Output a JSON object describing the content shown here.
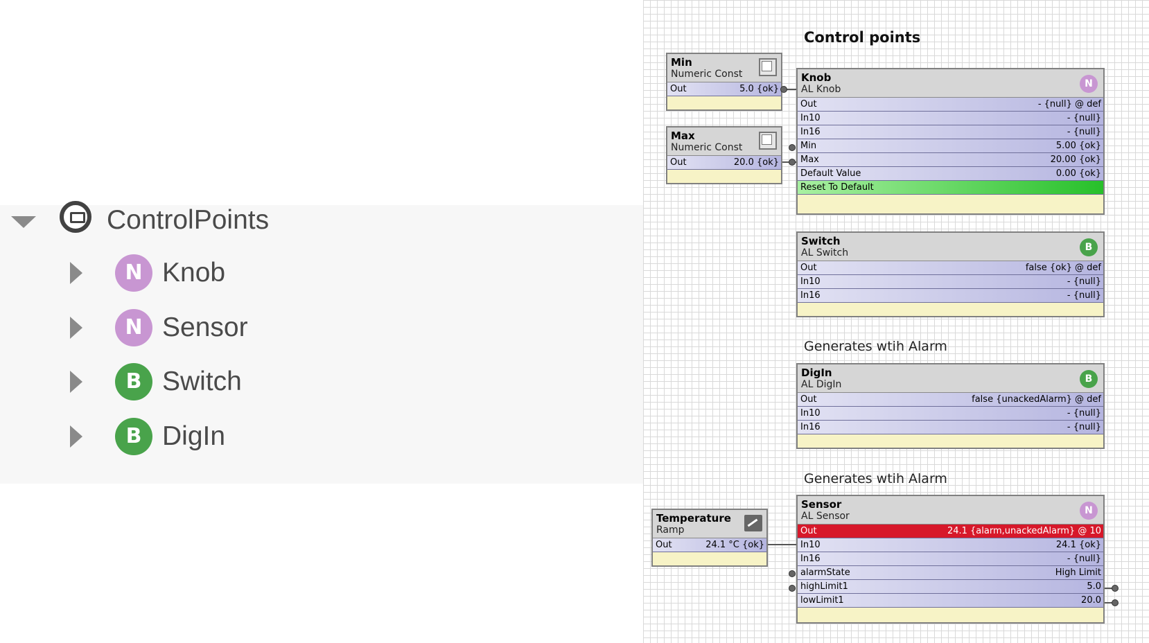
{
  "tree": {
    "root": {
      "label": "ControlPoints",
      "icon": "folder-icon",
      "expanded": true
    },
    "items": [
      {
        "label": "Knob",
        "badge": "N",
        "icon": "numeric-point-icon"
      },
      {
        "label": "Sensor",
        "badge": "N",
        "icon": "numeric-point-icon"
      },
      {
        "label": "Switch",
        "badge": "B",
        "icon": "boolean-point-icon"
      },
      {
        "label": "DigIn",
        "badge": "B",
        "icon": "boolean-point-icon"
      }
    ]
  },
  "sheet": {
    "title": "Control points",
    "note1": "Generates wtih Alarm",
    "note2": "Generates wtih Alarm"
  },
  "blocks": {
    "min": {
      "name": "Min",
      "type": "Numeric Const",
      "slots": [
        {
          "label": "Out",
          "value": "5.0 {ok}"
        }
      ]
    },
    "max": {
      "name": "Max",
      "type": "Numeric Const",
      "slots": [
        {
          "label": "Out",
          "value": "20.0 {ok}"
        }
      ]
    },
    "knob": {
      "name": "Knob",
      "type": "AL Knob",
      "badge": "N",
      "slots": [
        {
          "label": "Out",
          "value": "- {null} @ def"
        },
        {
          "label": "In10",
          "value": "- {null}"
        },
        {
          "label": "In16",
          "value": "- {null}"
        },
        {
          "label": "Min",
          "value": "5.00 {ok}"
        },
        {
          "label": "Max",
          "value": "20.00 {ok}"
        },
        {
          "label": "Default Value",
          "value": "0.00 {ok}"
        },
        {
          "label": "Reset To Default",
          "value": ""
        }
      ]
    },
    "switch": {
      "name": "Switch",
      "type": "AL Switch",
      "badge": "B",
      "slots": [
        {
          "label": "Out",
          "value": "false {ok} @ def"
        },
        {
          "label": "In10",
          "value": "- {null}"
        },
        {
          "label": "In16",
          "value": "- {null}"
        }
      ]
    },
    "digin": {
      "name": "DigIn",
      "type": "AL DigIn",
      "badge": "B",
      "slots": [
        {
          "label": "Out",
          "value": "false {unackedAlarm} @ def"
        },
        {
          "label": "In10",
          "value": "- {null}"
        },
        {
          "label": "In16",
          "value": "- {null}"
        }
      ]
    },
    "temperature": {
      "name": "Temperature",
      "type": "Ramp",
      "slots": [
        {
          "label": "Out",
          "value": "24.1 °C {ok}"
        }
      ]
    },
    "sensor": {
      "name": "Sensor",
      "type": "AL Sensor",
      "badge": "N",
      "slots": [
        {
          "label": "Out",
          "value": "24.1 {alarm,unackedAlarm} @ 10"
        },
        {
          "label": "In10",
          "value": "24.1 {ok}"
        },
        {
          "label": "In16",
          "value": "- {null}"
        },
        {
          "label": "alarmState",
          "value": "High Limit"
        },
        {
          "label": "highLimit1",
          "value": "5.0"
        },
        {
          "label": "lowLimit1",
          "value": "20.0"
        }
      ]
    }
  },
  "colors": {
    "alarm_slot": "#d7182a",
    "action_slot": "#27c02a",
    "numeric_badge": "#c896d2",
    "boolean_badge": "#49a34b"
  }
}
